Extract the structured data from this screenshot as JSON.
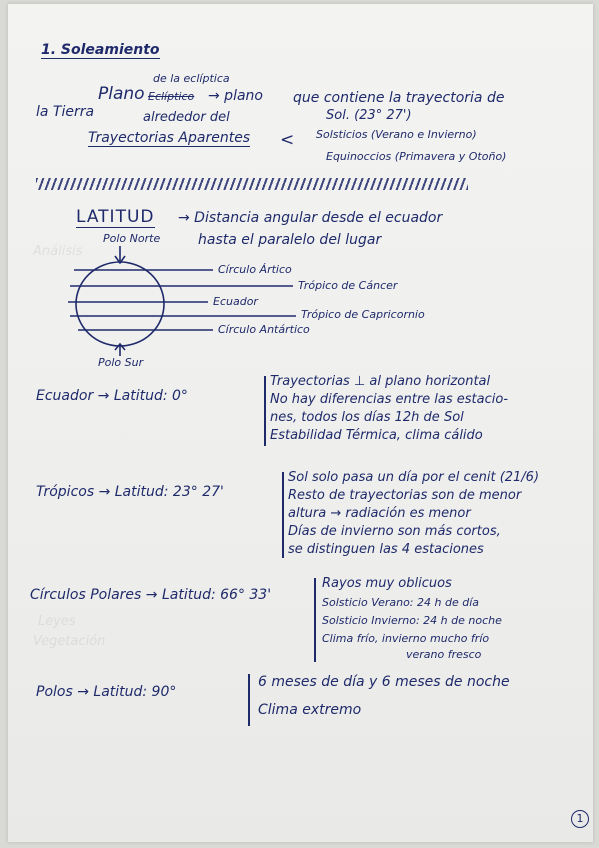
{
  "header": {
    "section_title": "1. Soleamiento"
  },
  "plano": {
    "insert_above": "de la eclíptica",
    "plano_label": "Plano",
    "crossed_word": "Eclíptico",
    "arrow_text": "→ plano",
    "definition_1": "que contiene la trayectoria de",
    "definition_2_left": "la Tierra",
    "definition_2_mid": "alrededor del",
    "definition_2_right": "Sol. (23° 27')"
  },
  "trayectorias": {
    "label": "Trayectorias Aparentes",
    "solsticios": "Solsticios (Verano e Invierno)",
    "equinoccios": "Equinoccios (Primavera y Otoño)"
  },
  "latitud": {
    "label": "LATITUD",
    "definition_1": "→ Distancia angular desde el ecuador",
    "definition_2": "hasta el paralelo del lugar",
    "polo_norte": "Polo Norte",
    "polo_sur": "Polo Sur",
    "lines": [
      "Círculo Ártico",
      "Trópico de Cáncer",
      "Ecuador",
      "Trópico de Capricornio",
      "Círculo Antártico"
    ]
  },
  "zones": [
    {
      "heading": "Ecuador → Latitud: 0°",
      "notes": [
        "Trayectorias ⊥ al plano horizontal",
        "No hay diferencias entre las estacio-",
        "nes, todos los días 12h de Sol",
        "Estabilidad Térmica, clima cálido"
      ]
    },
    {
      "heading": "Trópicos → Latitud: 23° 27'",
      "notes": [
        "Sol solo pasa un día por el cenit (21/6)",
        "Resto de trayectorias son de menor",
        "altura → radiación es menor",
        "Días de invierno son más cortos,",
        "se distinguen las 4 estaciones"
      ]
    },
    {
      "heading": "Círculos Polares → Latitud: 66° 33'",
      "notes": [
        "Rayos muy oblicuos",
        "Solsticio Verano: 24 h de día",
        "Solsticio Invierno: 24 h de noche",
        "Clima frío, invierno mucho frío",
        "verano fresco"
      ]
    },
    {
      "heading": "Polos → Latitud: 90°",
      "notes": [
        "6 meses de día y 6 meses de noche",
        "Clima extremo"
      ]
    }
  ],
  "page_number": "1",
  "colors": {
    "ink": "#1f2a6b",
    "paper": "#f0f0ee"
  }
}
